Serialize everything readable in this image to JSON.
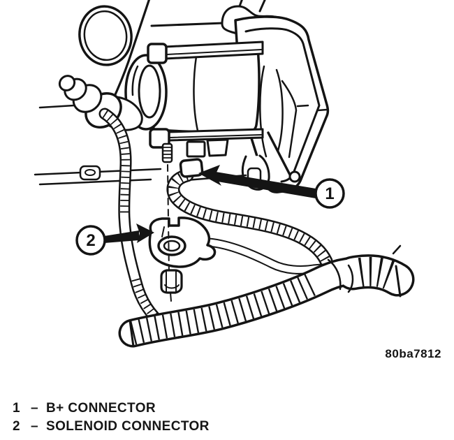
{
  "figure": {
    "code": "80ba7812",
    "description": "Starter motor B+ and solenoid connector locations",
    "callouts": [
      {
        "number": "1",
        "label": "B+ CONNECTOR"
      },
      {
        "number": "2",
        "label": "SOLENOID CONNECTOR"
      }
    ]
  },
  "legend": {
    "items": [
      {
        "number": "1",
        "separator": "–",
        "label": "B+ CONNECTOR"
      },
      {
        "number": "2",
        "separator": "–",
        "label": "SOLENOID CONNECTOR"
      }
    ]
  },
  "colors": {
    "line": "#141414",
    "background": "#ffffff"
  }
}
